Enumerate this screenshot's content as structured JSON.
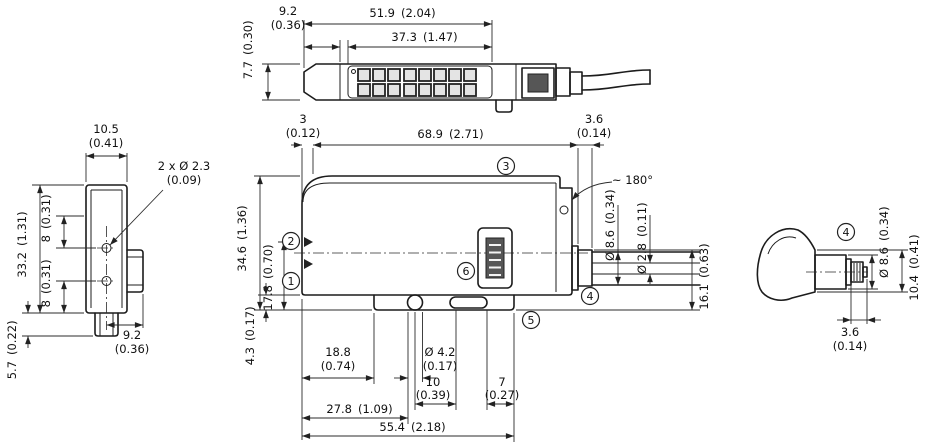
{
  "callouts": {
    "c1": "1",
    "c2": "2",
    "c3": "3",
    "c4": "4",
    "c5": "5",
    "c6": "6"
  },
  "top_view": {
    "dims": {
      "overall": {
        "mm": "51.9",
        "in": "(2.04)"
      },
      "display": {
        "mm": "37.3",
        "in": "(1.47)"
      },
      "nose": {
        "mm": "9.2",
        "in": "(0.36)"
      },
      "depth": {
        "mm": "7.7",
        "in": "(0.30)"
      }
    }
  },
  "front_view": {
    "dims": {
      "width": {
        "mm": "10.5",
        "in": "(0.41)"
      },
      "hole_top": {
        "mm": "8",
        "in": "(0.31)"
      },
      "height": {
        "mm": "33.2",
        "in": "(1.31)"
      },
      "holes": {
        "mm": "2 x Ø 2.3",
        "in": "(0.09)"
      },
      "hole_bottom": {
        "mm": "8",
        "in": "(0.31)"
      },
      "foot": {
        "mm": "5.7",
        "in": "(0.22)"
      },
      "tab": {
        "mm": "9.2",
        "in": "(0.36)"
      }
    }
  },
  "side_view": {
    "angle_note": "~ 180°",
    "dims": {
      "front_offset": {
        "mm": "3",
        "in": "(0.12)"
      },
      "length": {
        "mm": "68.9",
        "in": "(2.71)"
      },
      "boot": {
        "mm": "3.6",
        "in": "(0.14)"
      },
      "height": {
        "mm": "34.6",
        "in": "(1.36)"
      },
      "axis": {
        "mm": "17.8",
        "in": "(0.70)"
      },
      "clip": {
        "mm": "4.3",
        "in": "(0.17)"
      },
      "cable": {
        "mm": "Ø 8.6",
        "in": "(0.34)"
      },
      "core": {
        "mm": "Ø 2.8",
        "in": "(0.11)"
      },
      "outlet": {
        "mm": "16.1",
        "in": "(0.63)"
      },
      "clip_offset": {
        "mm": "18.8",
        "in": "(0.74)"
      },
      "hole": {
        "mm": "Ø 4.2",
        "in": "(0.17)"
      },
      "hole_slot": {
        "mm": "10",
        "in": "(0.39)"
      },
      "slot_end": {
        "mm": "7",
        "in": "(0.27)"
      },
      "hole_offset": {
        "mm": "27.8",
        "in": "(1.09)"
      },
      "base": {
        "mm": "55.4",
        "in": "(2.18)"
      }
    }
  },
  "connector_view": {
    "dims": {
      "dia": {
        "mm": "Ø 8.6",
        "in": "(0.34)"
      },
      "height": {
        "mm": "10.4",
        "in": "(0.41)"
      },
      "tip": {
        "mm": "3.6",
        "in": "(0.14)"
      }
    }
  }
}
